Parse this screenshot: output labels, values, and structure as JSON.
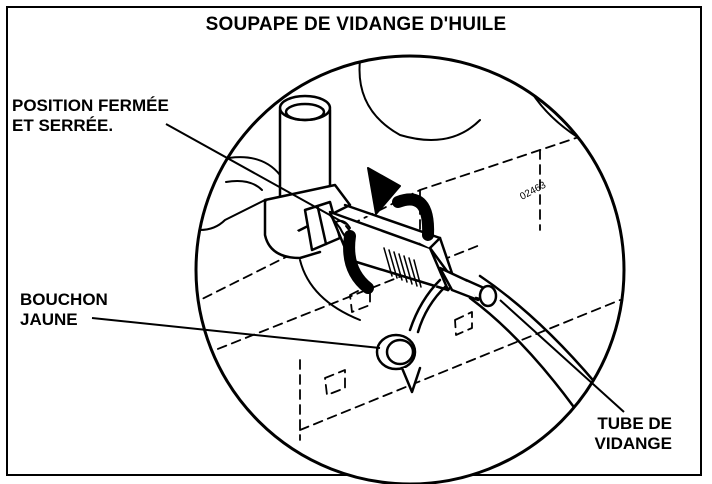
{
  "title": "SOUPAPE DE VIDANGE D'HUILE",
  "labels": {
    "position_line1": "POSITION FERMÉE",
    "position_line2": "ET  SERRÉE.",
    "cap_line1": "BOUCHON",
    "cap_line2": "JAUNE",
    "tube_line1": "TUBE DE",
    "tube_line2": "VIDANGE"
  },
  "part_number": "02463",
  "colors": {
    "ink": "#000000",
    "paper": "#ffffff"
  }
}
